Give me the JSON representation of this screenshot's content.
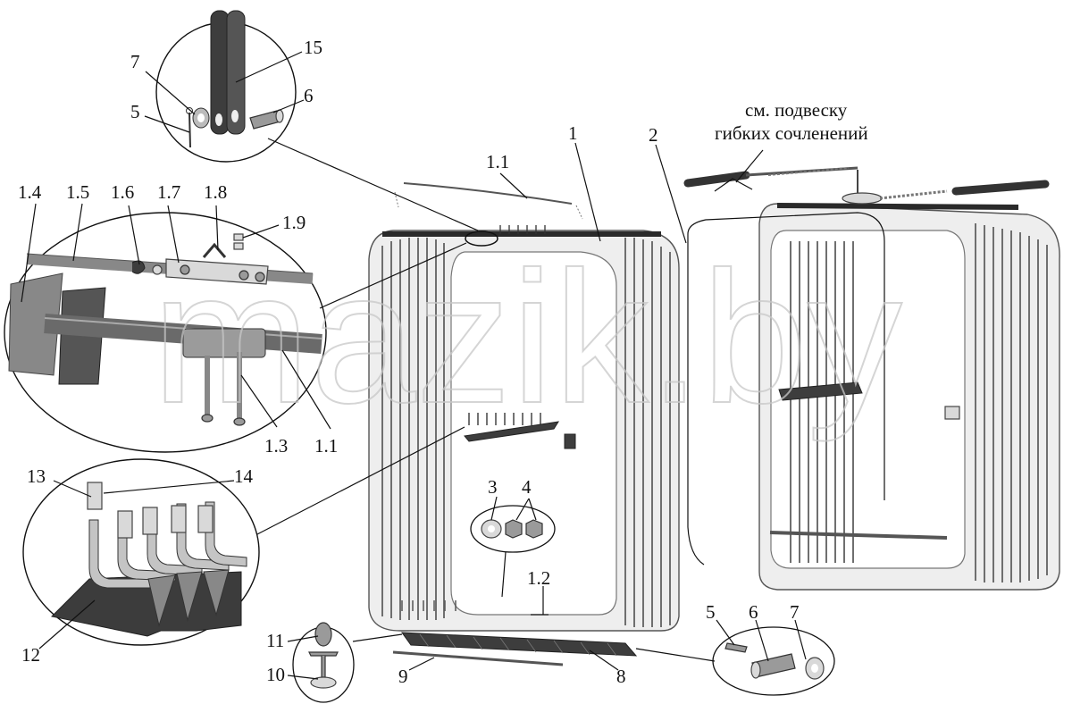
{
  "watermark": "mazik.by",
  "note": [
    "см. подвеску",
    "гибких сочленений"
  ],
  "labels": {
    "l_7_top": "7",
    "l_5_top": "5",
    "l_15": "15",
    "l_6_top": "6",
    "l_1_4": "1.4",
    "l_1_5": "1.5",
    "l_1_6": "1.6",
    "l_1_7": "1.7",
    "l_1_8": "1.8",
    "l_1_9": "1.9",
    "l_1_1_detail": "1.1",
    "l_1_3": "1.3",
    "l_1_1_top": "1.1",
    "l_1": "1",
    "l_2": "2",
    "l_13": "13",
    "l_14": "14",
    "l_12": "12",
    "l_3": "3",
    "l_4": "4",
    "l_1_2": "1.2",
    "l_11": "11",
    "l_10": "10",
    "l_9": "9",
    "l_8": "8",
    "l_5_bot": "5",
    "l_6_bot": "6",
    "l_7_bot": "7"
  }
}
